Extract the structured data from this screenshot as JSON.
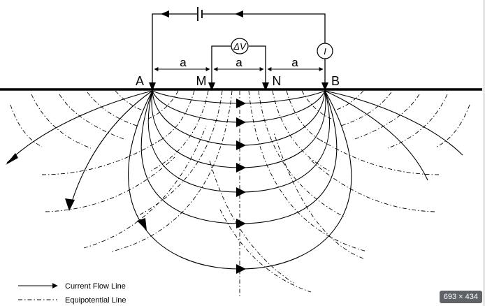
{
  "electrodes": {
    "a": "A",
    "m": "M",
    "n": "N",
    "b": "B"
  },
  "spacing_label": "a",
  "meters": {
    "voltmeter": "ΔV",
    "ammeter": "I"
  },
  "legend": {
    "current": "Current Flow Line",
    "equipotential": "Equipotential Line"
  },
  "image_size_badge": "693 × 434",
  "colors": {
    "line": "#000000",
    "badge_bg": "#5f6368",
    "badge_text": "#ffffff"
  }
}
